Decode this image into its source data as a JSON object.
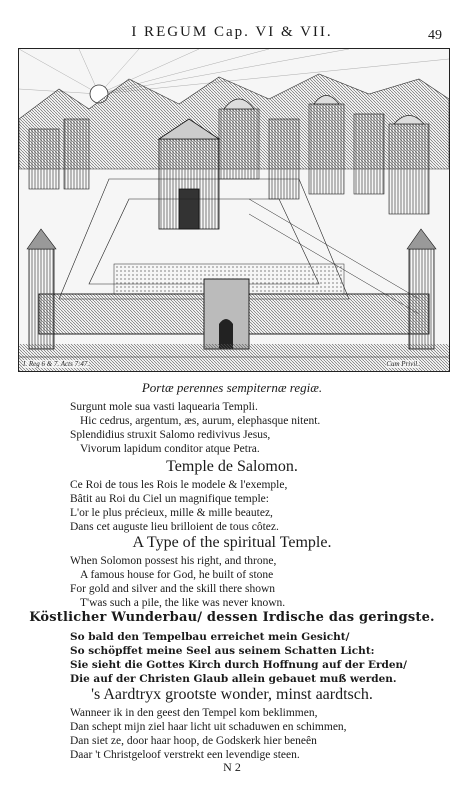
{
  "header": {
    "running_head": "I REGUM Cap. VI & VII.",
    "page_number": "49"
  },
  "plate": {
    "inscription_left": "I. Reg 6 & 7. Acts 7:47.",
    "inscription_right": "Cum Privil."
  },
  "latin": {
    "motto": "Portæ perennes sempiternæ regiæ.",
    "lines": [
      "Surgunt mole sua vasti laquearia Templi.",
      "Hic cedrus, argentum, æs, aurum, elephasque nitent.",
      "Splendidius struxit Salomo redivivus Jesus,",
      "Vivorum lapidum conditor atque Petra."
    ]
  },
  "french": {
    "title": "Temple de Salomon.",
    "lines": [
      "Ce Roi de tous les Rois le modele & l'exemple,",
      "Bâtit au Roi du Ciel un magnifique temple:",
      "L'or le plus précieux, mille & mille beautez,",
      "Dans cet auguste lieu brilloient de tous côtez."
    ]
  },
  "english": {
    "title": "A Type of the spiritual Temple.",
    "lines": [
      "When Solomon possest his right, and throne,",
      "A famous house for God, he built of stone",
      "For gold and silver and the skill there shown",
      "T'was such a pile, the like was never known."
    ]
  },
  "german": {
    "title": "Köstlicher Wunderbau/ dessen Irdische das geringste.",
    "lines": [
      "So bald den Tempelbau erreichet mein Gesicht/",
      "So schöpffet meine Seel aus seinem Schatten Licht:",
      "Sie sieht die Gottes Kirch durch Hoffnung auf der Erden/",
      "Die auf der Christen Glaub allein gebauet muß werden."
    ]
  },
  "dutch": {
    "title": "'s Aardtryx grootste wonder, minst aardtsch.",
    "lines": [
      "Wanneer ik in den geest den Tempel kom beklimmen,",
      "Dan schept mijn ziel haar licht uit schaduwen en schimmen,",
      "Dan siet ze, door haar hoop, de Godskerk hier beneên",
      "Daar 't Christgeloof verstrekt een levendige steen."
    ]
  },
  "footer": {
    "signature": "N 2"
  }
}
